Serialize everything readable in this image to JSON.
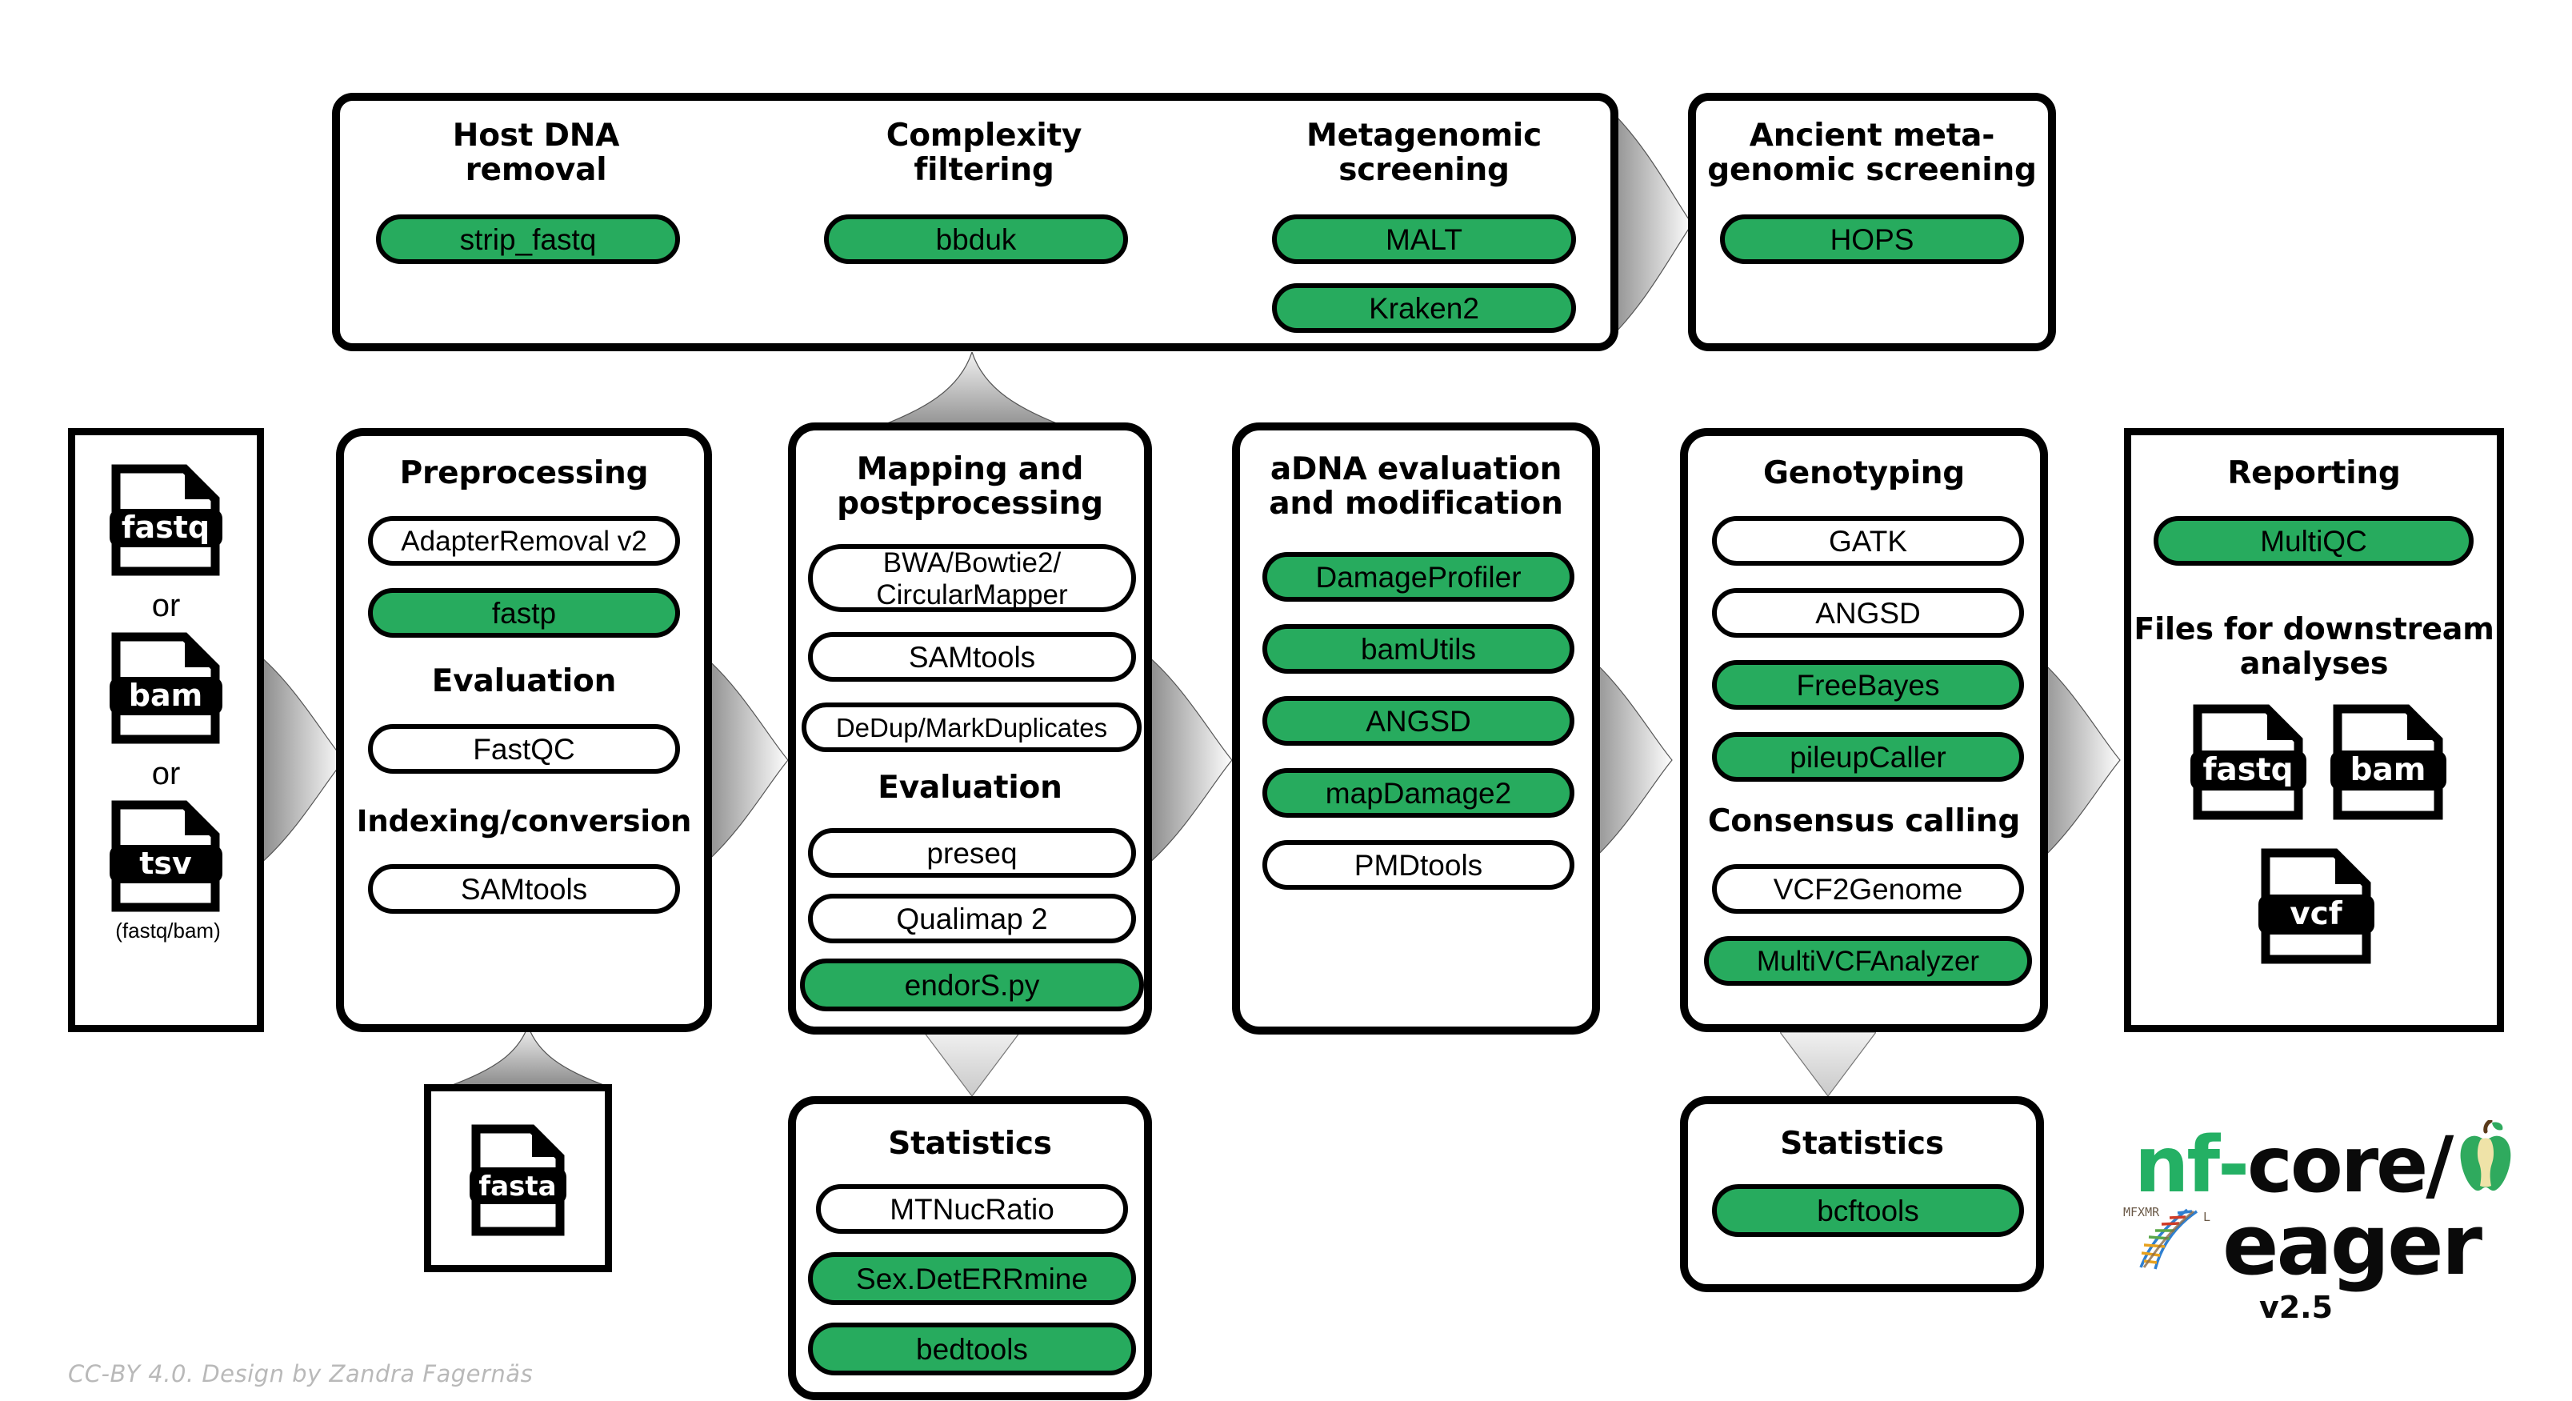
{
  "diagram": {
    "title": "nf-core/eager pipeline overview",
    "accent_green": "#27ab5e",
    "credit": "CC-BY 4.0. Design by Zandra Fagernäs"
  },
  "input": {
    "files": [
      {
        "ext": "fastq"
      },
      {
        "ext": "bam"
      },
      {
        "ext": "tsv"
      }
    ],
    "or_1": "or",
    "or_2": "or",
    "note": "(fastq/bam)"
  },
  "screening_panel": {
    "groups": [
      {
        "heading": "Host DNA\nremoval",
        "heading_line1": "Host DNA",
        "heading_line2": "removal",
        "tools": [
          {
            "label": "strip_fastq",
            "green": true
          }
        ]
      },
      {
        "heading": "Complexity\nfiltering",
        "heading_line1": "Complexity",
        "heading_line2": "filtering",
        "tools": [
          {
            "label": "bbduk",
            "green": true
          }
        ]
      },
      {
        "heading": "Metagenomic\nscreening",
        "heading_line1": "Metagenomic",
        "heading_line2": "screening",
        "tools": [
          {
            "label": "MALT",
            "green": true
          },
          {
            "label": "Kraken2",
            "green": true
          }
        ]
      }
    ]
  },
  "ancient_screening": {
    "heading_line1": "Ancient meta-",
    "heading_line2": "genomic screening",
    "tools": [
      {
        "label": "HOPS",
        "green": true
      }
    ]
  },
  "preprocessing": {
    "heading": "Preprocessing",
    "tools": [
      {
        "label": "AdapterRemoval v2",
        "green": false
      },
      {
        "label": "fastp",
        "green": true
      }
    ],
    "sub_heading_1": "Evaluation",
    "eval_tools": [
      {
        "label": "FastQC",
        "green": false
      }
    ],
    "sub_heading_2": "Indexing/conversion",
    "index_tools": [
      {
        "label": "SAMtools",
        "green": false
      }
    ]
  },
  "mapping": {
    "heading_line1": "Mapping and",
    "heading_line2": "postprocessing",
    "tools": [
      {
        "label_line1": "BWA/Bowtie2/",
        "label_line2": "CircularMapper",
        "green": false
      },
      {
        "label": "SAMtools",
        "green": false
      },
      {
        "label": "DeDup/MarkDuplicates",
        "green": false
      }
    ],
    "sub_heading": "Evaluation",
    "eval_tools": [
      {
        "label": "preseq",
        "green": false
      },
      {
        "label": "Qualimap 2",
        "green": false
      },
      {
        "label": "endorS.py",
        "green": true
      }
    ]
  },
  "adna": {
    "heading_line1": "aDNA evaluation",
    "heading_line2": "and modification",
    "tools": [
      {
        "label": "DamageProfiler",
        "green": true
      },
      {
        "label": "bamUtils",
        "green": true
      },
      {
        "label": "ANGSD",
        "green": true
      },
      {
        "label": "mapDamage2",
        "green": true
      },
      {
        "label": "PMDtools",
        "green": false
      }
    ]
  },
  "genotyping": {
    "heading": "Genotyping",
    "tools": [
      {
        "label": "GATK",
        "green": false
      },
      {
        "label": "ANGSD",
        "green": false
      },
      {
        "label": "FreeBayes",
        "green": true
      },
      {
        "label": "pileupCaller",
        "green": true
      }
    ],
    "sub_heading": "Consensus calling",
    "consensus_tools": [
      {
        "label": "VCF2Genome",
        "green": false
      },
      {
        "label": "MultiVCFAnalyzer",
        "green": true
      }
    ]
  },
  "reporting": {
    "heading": "Reporting",
    "tools": [
      {
        "label": "MultiQC",
        "green": true
      }
    ],
    "downstream_heading_line1": "Files for downstream",
    "downstream_heading_line2": "analyses",
    "files": [
      {
        "ext": "fastq"
      },
      {
        "ext": "bam"
      },
      {
        "ext": "vcf"
      }
    ]
  },
  "reference": {
    "files": [
      {
        "ext": "fasta"
      }
    ]
  },
  "stats_mapping": {
    "heading": "Statistics",
    "tools": [
      {
        "label": "MTNucRatio",
        "green": false
      },
      {
        "label": "Sex.DetERRmine",
        "green": true
      },
      {
        "label": "bedtools",
        "green": true
      }
    ]
  },
  "stats_genotyping": {
    "heading": "Statistics",
    "tools": [
      {
        "label": "bcftools",
        "green": true
      }
    ]
  },
  "logo": {
    "nf": "nf",
    "dash": "-",
    "core": "core/",
    "eager": "eager",
    "version": "v2.5"
  }
}
